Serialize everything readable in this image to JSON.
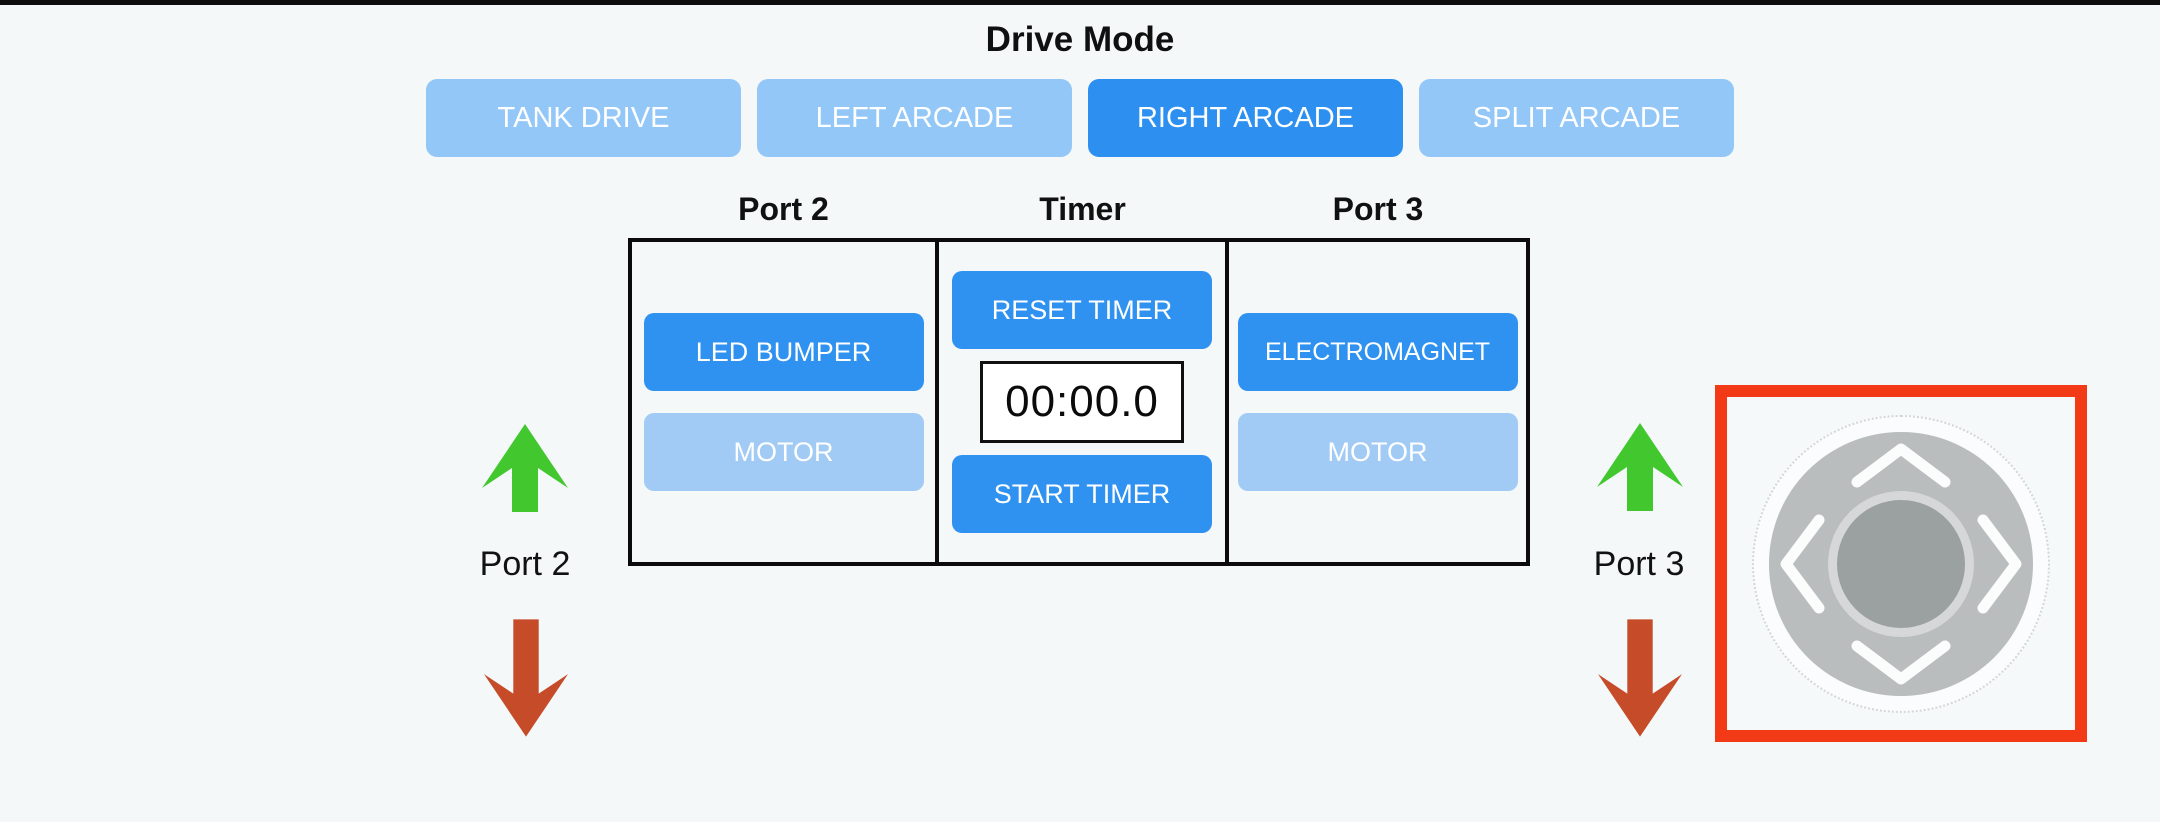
{
  "app": {
    "heading": "Drive Mode"
  },
  "drive_mode": {
    "options": [
      {
        "label": "TANK DRIVE",
        "active": false
      },
      {
        "label": "LEFT ARCADE",
        "active": false
      },
      {
        "label": "RIGHT ARCADE",
        "active": true
      },
      {
        "label": "SPLIT ARCADE",
        "active": false
      }
    ]
  },
  "panel": {
    "port2": {
      "header": "Port 2",
      "buttons": [
        {
          "label": "LED BUMPER",
          "state": "on"
        },
        {
          "label": "MOTOR",
          "state": "off"
        }
      ]
    },
    "timer": {
      "header": "Timer",
      "reset_button": "RESET TIMER",
      "start_button": "START TIMER",
      "display": "00:00.0"
    },
    "port3": {
      "header": "Port 3",
      "buttons": [
        {
          "label": "ELECTROMAGNET",
          "state": "on"
        },
        {
          "label": "MOTOR",
          "state": "off"
        }
      ]
    }
  },
  "side_controls": {
    "left": {
      "label": "Port 2",
      "up_icon": "green-up-arrow",
      "down_icon": "red-down-arrow"
    },
    "right": {
      "label": "Port 3",
      "up_icon": "green-up-arrow",
      "down_icon": "red-down-arrow"
    }
  },
  "joystick": {
    "chevron_icons": [
      "up-chevron",
      "down-chevron",
      "left-chevron",
      "right-chevron"
    ]
  },
  "colors": {
    "background": "#f4f8f9",
    "mode_active_blue": "#2d90f0",
    "mode_inactive_blue": "#93c7f7",
    "button_on_blue": "#2f92f0",
    "button_off_blue": "#a1cbf5",
    "green_arrow": "#43c72f",
    "red_arrow": "#c64b28",
    "joystick_frame_red": "#f23a17",
    "pad_gray": "#b9bdbe",
    "knob_gray": "#9ba1a1"
  }
}
